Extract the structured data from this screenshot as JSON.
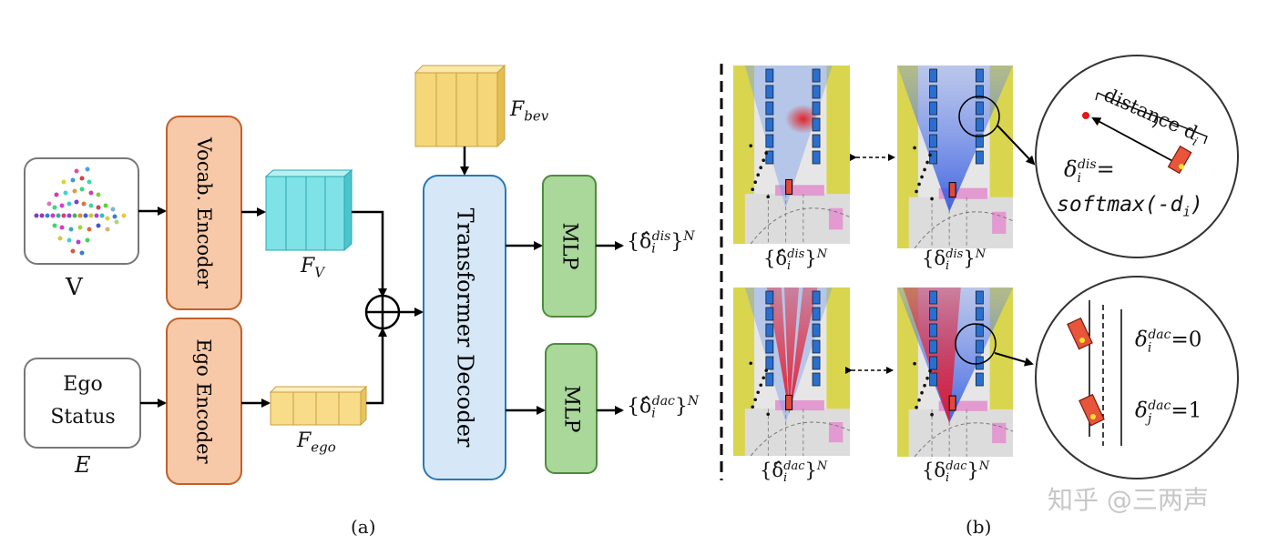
{
  "left_panel": {
    "caption": "(a)",
    "vocab_input_label": "V",
    "ego_box_line1": "Ego",
    "ego_box_line2": "Status",
    "ego_input_label": "E",
    "vocab_encoder": "Vocab. Encoder",
    "ego_encoder": "Ego Encoder",
    "feat_vocab_main": "F",
    "feat_vocab_sub": "V",
    "feat_ego_main": "F",
    "feat_ego_sub": "ego",
    "feat_bev_main": "F",
    "feat_bev_sub": "bev",
    "transformer_decoder": "Transformer Decoder",
    "mlp_top": "MLP",
    "mlp_bottom": "MLP",
    "out_dis_main": "{δ̂",
    "out_dis_sub": "i",
    "out_dis_sup": "dis",
    "out_dis_close": "}",
    "out_dis_N": "N",
    "out_dac_main": "{δ̂",
    "out_dac_sub": "i",
    "out_dac_sup": "dac",
    "out_dac_close": "}",
    "out_dac_N": "N"
  },
  "right_panel": {
    "caption": "(b)",
    "bev_label_tl": {
      "main": "{δ̂",
      "sub": "i",
      "sup": "dis",
      "close": "}",
      "N": "N"
    },
    "bev_label_tr": {
      "main": "{δ",
      "sub": "i",
      "sup": "dis",
      "close": "}",
      "N": "N"
    },
    "bev_label_bl": {
      "main": "{δ̂",
      "sub": "i",
      "sup": "dac",
      "close": "}",
      "N": "N"
    },
    "bev_label_br": {
      "main": "{δ",
      "sub": "i",
      "sup": "dac",
      "close": "}",
      "N": "N"
    },
    "circle_top": {
      "distance_label": "distance d",
      "distance_sub": "i",
      "formula_lhs": "δ",
      "formula_sub": "i",
      "formula_sup": "dis",
      "formula_eq": "=",
      "formula_rhs": "softmax(-d",
      "formula_rhs_sub": "i",
      "formula_rhs_close": ")"
    },
    "circle_bottom": {
      "row1": {
        "sym": "δ",
        "sub": "i",
        "sup": "dac",
        "eq": "=0"
      },
      "row2": {
        "sym": "δ",
        "sub": "j",
        "sup": "dac",
        "eq": "=1"
      }
    }
  },
  "watermark": "知乎 @三两声",
  "colors": {
    "encoder_fill": "#f8c9a8",
    "encoder_stroke": "#c0602a",
    "decoder_fill": "#d6e8f7",
    "decoder_stroke": "#2a78b8",
    "mlp_fill": "#a9d89a",
    "mlp_stroke": "#4e8c3a",
    "vocab_feat": "#7fe2e6",
    "ego_feat": "#f8dc8a",
    "bev_feat": "#f5d679"
  }
}
